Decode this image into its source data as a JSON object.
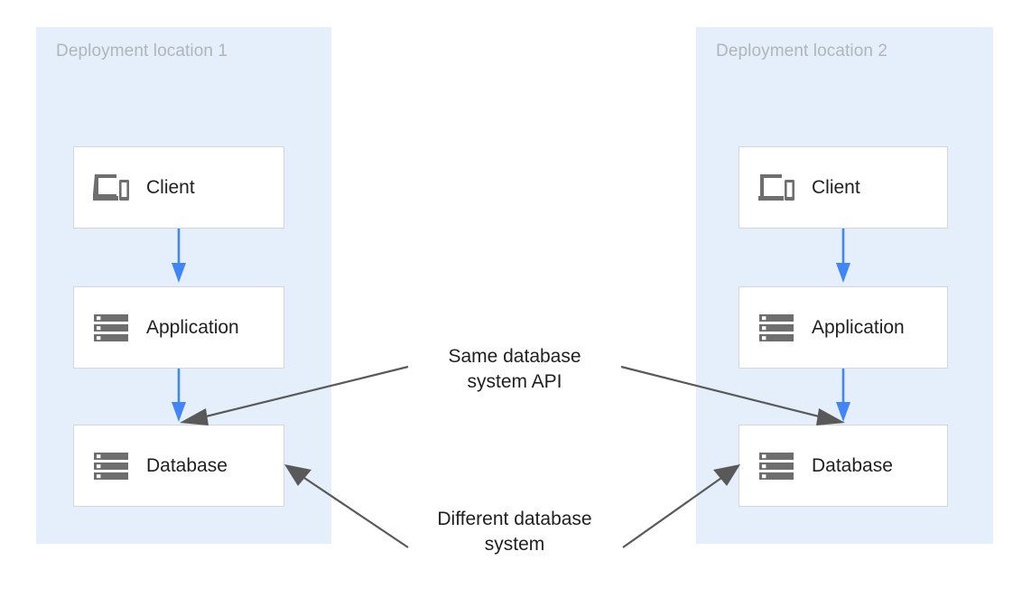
{
  "diagram": {
    "background_color": "#ffffff",
    "panel_color": "#e5effb",
    "panel_title_color": "#b0b5ba",
    "node_border_color": "#d4d7da",
    "flow_arrow_color": "#4285f4",
    "annotation_arrow_color": "#595959",
    "text_color": "#1f1f1f"
  },
  "panels": [
    {
      "title": "Deployment location 1",
      "nodes": [
        {
          "label": "Client",
          "icon": "devices-icon"
        },
        {
          "label": "Application",
          "icon": "server-icon"
        },
        {
          "label": "Database",
          "icon": "server-icon"
        }
      ]
    },
    {
      "title": "Deployment location 2",
      "nodes": [
        {
          "label": "Client",
          "icon": "devices-icon"
        },
        {
          "label": "Application",
          "icon": "server-icon"
        },
        {
          "label": "Database",
          "icon": "server-icon"
        }
      ]
    }
  ],
  "annotations": [
    {
      "id": "same-api",
      "text": "Same database\nsystem API"
    },
    {
      "id": "different-system",
      "text": "Different database\nsystem"
    }
  ]
}
